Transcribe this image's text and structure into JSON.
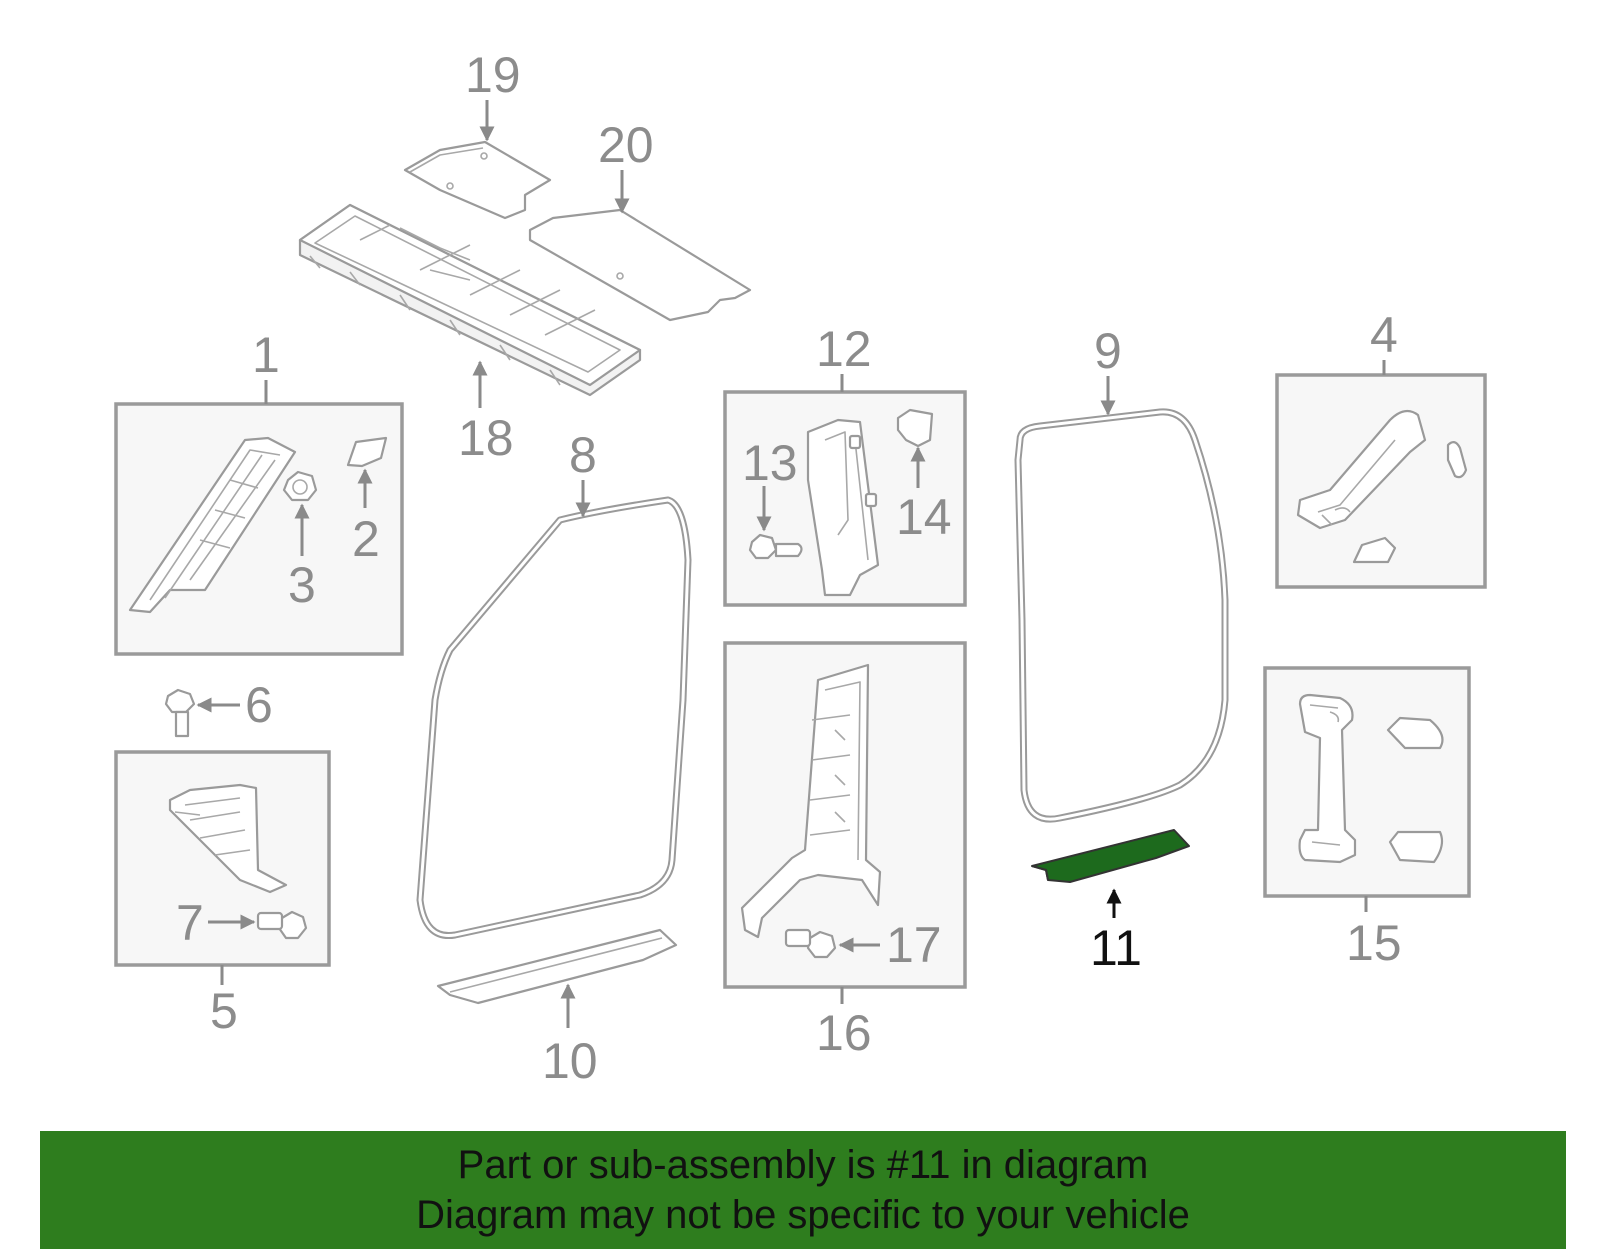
{
  "diagram": {
    "highlighted_part": "11",
    "callouts": {
      "c1": "1",
      "c2": "2",
      "c3": "3",
      "c4": "4",
      "c5": "5",
      "c6": "6",
      "c7": "7",
      "c8": "8",
      "c9": "9",
      "c10": "10",
      "c11": "11",
      "c12": "12",
      "c13": "13",
      "c14": "14",
      "c15": "15",
      "c16": "16",
      "c17": "17",
      "c18": "18",
      "c19": "19",
      "c20": "20"
    }
  },
  "banner": {
    "line1": "Part or sub-assembly is #11 in diagram",
    "line2": "Diagram may not be specific to your vehicle",
    "color": "#2e7d1e"
  },
  "colors": {
    "highlight": "#1d6a1d",
    "outline": "#9a9a9a",
    "callout_text": "#8c8c8c",
    "active_callout_text": "#111111"
  }
}
